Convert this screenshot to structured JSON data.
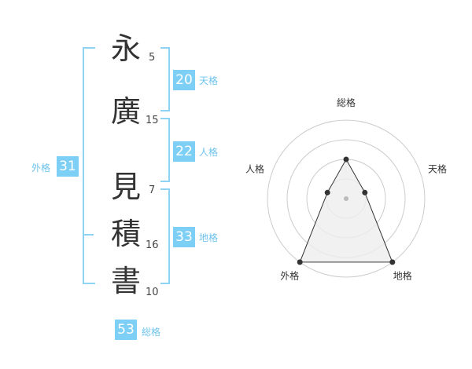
{
  "characters": [
    {
      "char": "永",
      "strokes": "5"
    },
    {
      "char": "廣",
      "strokes": "15"
    },
    {
      "char": "見",
      "strokes": "7"
    },
    {
      "char": "積",
      "strokes": "16"
    },
    {
      "char": "書",
      "strokes": "10"
    }
  ],
  "fortunes": {
    "tenkaku": {
      "value": "20",
      "label": "天格"
    },
    "jinkaku": {
      "value": "22",
      "label": "人格"
    },
    "chikaku": {
      "value": "33",
      "label": "地格"
    },
    "gaikaku": {
      "value": "31",
      "label": "外格"
    },
    "soukaku": {
      "value": "53",
      "label": "総格"
    }
  },
  "chart_data": {
    "type": "radar",
    "axes": [
      "総格",
      "天格",
      "地格",
      "外格",
      "人格"
    ],
    "rings": 4,
    "values": [
      2,
      1,
      4,
      4,
      1
    ],
    "max": 4,
    "grid": true,
    "colors": {
      "grid": "#cccccc",
      "fill": "#eeeeee",
      "line": "#333333",
      "point": "#333333",
      "center": "#bbbbbb"
    }
  },
  "colors": {
    "accent": "#7dcff5",
    "bracket": "#8fd3f4",
    "text": "#333333"
  }
}
